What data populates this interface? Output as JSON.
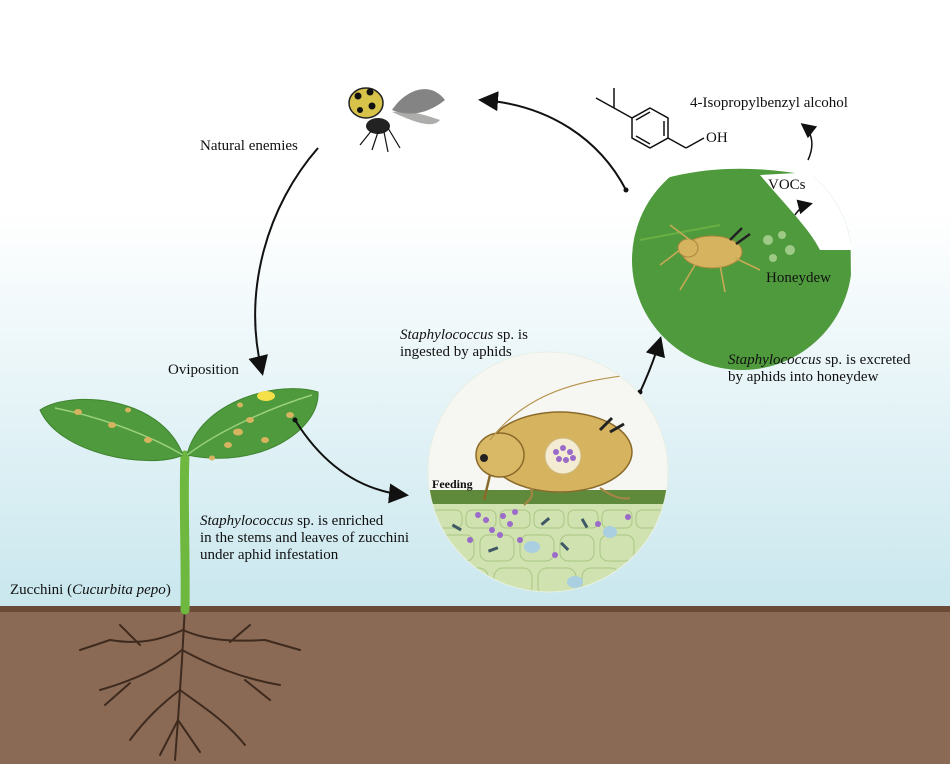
{
  "labels": {
    "natural_enemies": "Natural enemies",
    "oviposition": "Oviposition",
    "compound": "4-Isopropylbenzyl alcohol",
    "oh": "OH",
    "vocs": "VOCs",
    "honeydew": "Honeydew",
    "feeding": "Feeding",
    "ingested_italic": "Staphylococcus",
    "ingested_line1_rest": " sp. is",
    "ingested_line2": "ingested by aphids",
    "excreted_italic": "Staphylococcus",
    "excreted_line1_rest": " sp. is excreted",
    "excreted_line2": "by aphids into honeydew",
    "enriched_italic": "Staphylococcus",
    "enriched_line1_rest": " sp. is enriched",
    "enriched_line2": "in the stems and leaves of zucchini",
    "enriched_line3": "under aphid infestation",
    "zucchini_prefix": "Zucchini (",
    "zucchini_italic": "Cucurbita pepo",
    "zucchini_suffix": ")"
  },
  "colors": {
    "sky_top": "#ffffff",
    "sky_bottom": "#cfe9ee",
    "soil": "#8a6a55",
    "soil_top": "#6e4e3c",
    "leaf": "#4e9a3c",
    "stem": "#7cc04a",
    "aphid": "#d6b35e",
    "bacteria": "#9a6bc9"
  }
}
